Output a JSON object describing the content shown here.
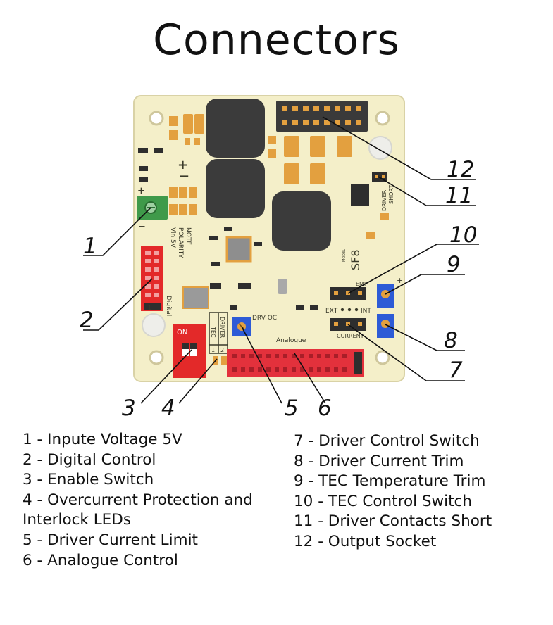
{
  "title": "Connectors",
  "board": {
    "silk": {
      "note": "NOTE",
      "polarity": "POLARITY",
      "vin": "Vin 5V",
      "digital": "Digital",
      "analogue": "Analogue",
      "drv_oc": "DRV OC",
      "model": "MODEL",
      "model_name": "SF8",
      "temp": "TEMP",
      "ext": "EXT",
      "int": "INT",
      "current": "CURRENT",
      "driver": "DRIVER",
      "short": "SHORT",
      "tec": "TEC",
      "driver2": "DRIVER",
      "on": "ON",
      "plus": "+",
      "minus": "−",
      "one": "1",
      "two": "2"
    },
    "colors": {
      "pcb": "#f4efc9",
      "pad": "#e3a03f",
      "ic": "#3b3b3b",
      "terminal": "#3f9a4a",
      "dip": "#e32929",
      "header": "#e3313c",
      "trimmer": "#2d5bd6"
    }
  },
  "callouts": [
    "1",
    "2",
    "3",
    "4",
    "5",
    "6",
    "7",
    "8",
    "9",
    "10",
    "11",
    "12"
  ],
  "legend_left": [
    "1 - Inpute Voltage 5V",
    "2 - Digital Control",
    "3 - Enable Switch",
    "4 - Overcurrent Protection and Interlock LEDs",
    "5 - Driver Current Limit",
    "6 - Analogue Control"
  ],
  "legend_right": [
    "7 - Driver Control Switch",
    "8 - Driver Current Trim",
    "9 - TEC Temperature Trim",
    "10 - TEC Control Switch",
    "11 - Driver Contacts Short",
    "12 - Output Socket"
  ]
}
